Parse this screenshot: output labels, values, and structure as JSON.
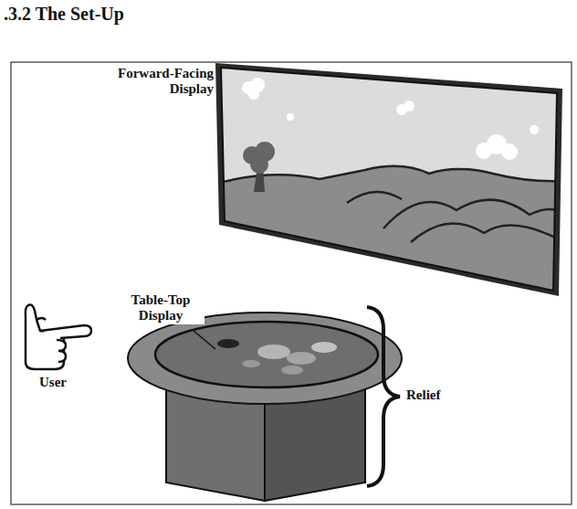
{
  "diagram": {
    "title": ".3.2 The Set-Up",
    "labels": [
      "Forward-Facing Display",
      "Table-Top Display",
      "User",
      "Relief"
    ]
  }
}
